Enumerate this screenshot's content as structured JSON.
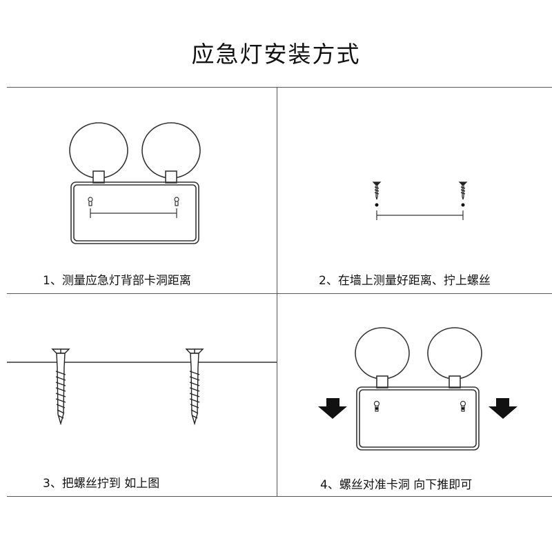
{
  "title": "应急灯安装方式",
  "steps": [
    {
      "caption": "1、测量应急灯背部卡洞距离"
    },
    {
      "caption": "2、在墙上测量好距离、拧上螺丝"
    },
    {
      "caption": "3、把螺丝拧到 如上图"
    },
    {
      "caption": "4、螺丝对准卡洞 向下推即可"
    }
  ]
}
